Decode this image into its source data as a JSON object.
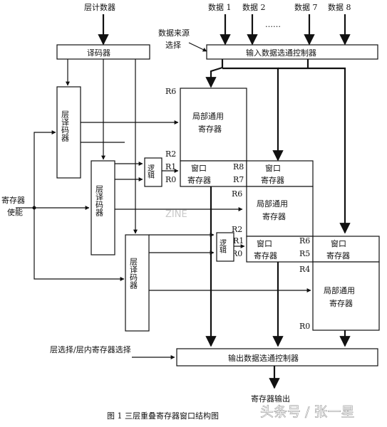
{
  "inputs": {
    "layer_counter": "层计数器",
    "data1": "数据 1",
    "data2": "数据 2",
    "dots": "……",
    "data7": "数据 7",
    "data8": "数据 8",
    "data_source_select": "数据来源\n选择"
  },
  "blocks": {
    "decoder": "译码器",
    "input_ctrl": "输入数据选通控制器",
    "layer_decoder": "层译码器",
    "local_reg": "局部通用\n寄存器",
    "window_reg": "窗口\n寄存器",
    "logic": "逻辑",
    "output_ctrl": "输出数据选通控制器"
  },
  "labels": {
    "reg_enable": "寄存器\n使能",
    "layer_select": "层选择/层内寄存器选择",
    "reg_output": "寄存器输出",
    "r0": "R0",
    "r1": "R1",
    "r2": "R2",
    "r4": "R4",
    "r5": "R5",
    "r6": "R6",
    "r7": "R7",
    "r8": "R8"
  },
  "caption": "图 1  三层重叠寄存器窗口结构图",
  "watermark": {
    "site": "ZINE",
    "author": "头条号 / 张一星"
  }
}
